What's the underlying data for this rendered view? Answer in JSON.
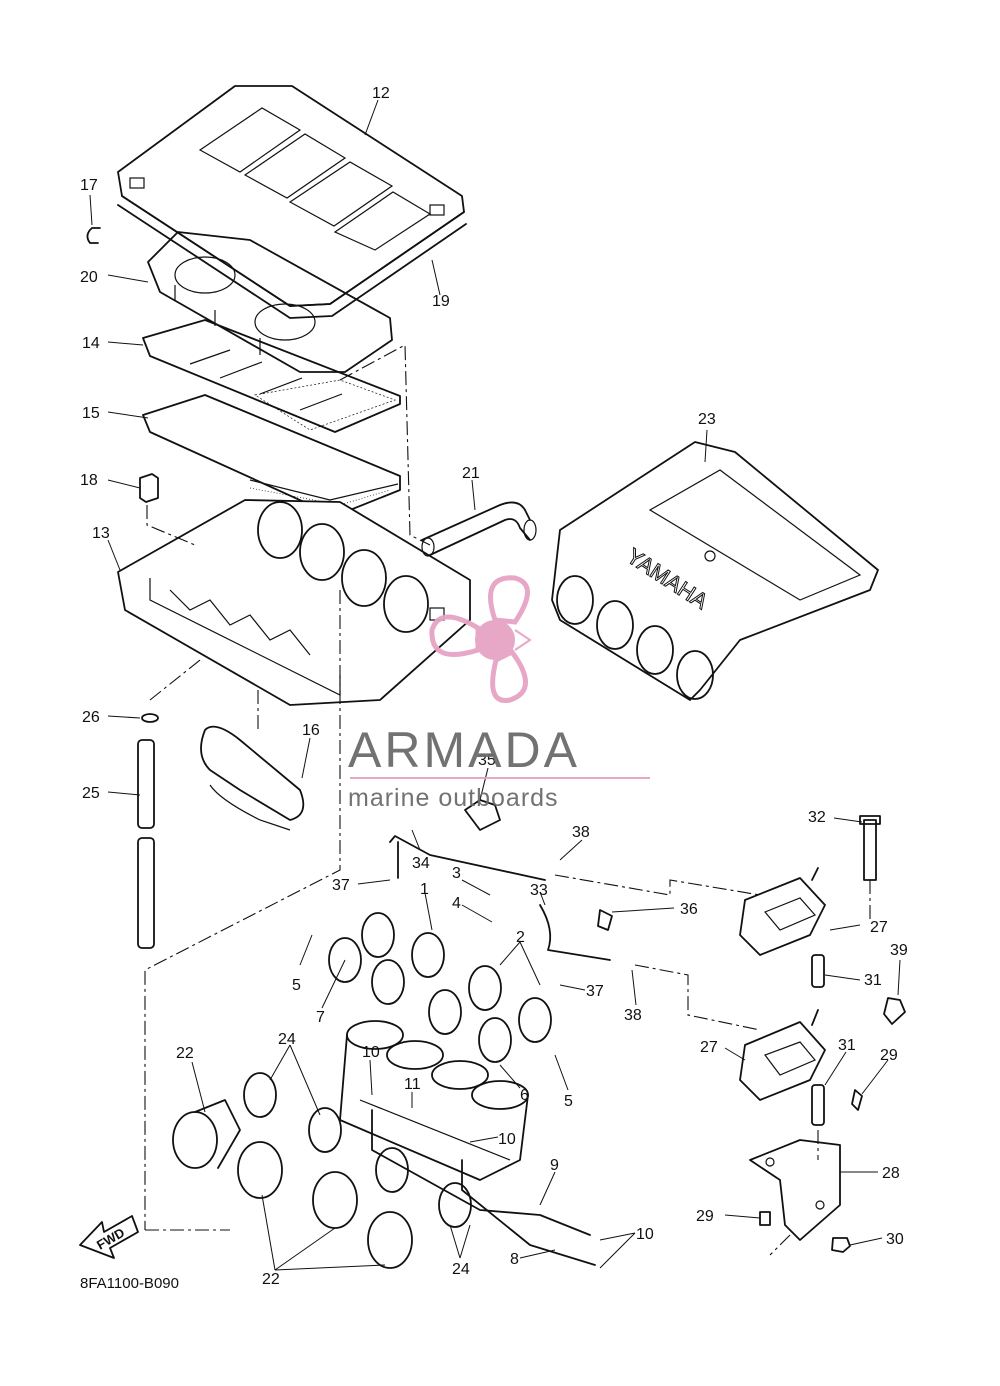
{
  "diagram": {
    "code": "8FA1100-B090",
    "fwd_label": "FWD",
    "cover_brand": "YAMAHA",
    "labels": [
      {
        "id": "p12",
        "text": "12"
      },
      {
        "id": "p17",
        "text": "17"
      },
      {
        "id": "p20",
        "text": "20"
      },
      {
        "id": "p19",
        "text": "19"
      },
      {
        "id": "p14",
        "text": "14"
      },
      {
        "id": "p15",
        "text": "15"
      },
      {
        "id": "p18",
        "text": "18"
      },
      {
        "id": "p13",
        "text": "13"
      },
      {
        "id": "p21",
        "text": "21"
      },
      {
        "id": "p23",
        "text": "23"
      },
      {
        "id": "p26",
        "text": "26"
      },
      {
        "id": "p16",
        "text": "16"
      },
      {
        "id": "p25",
        "text": "25"
      },
      {
        "id": "p35",
        "text": "35"
      },
      {
        "id": "p38a",
        "text": "38"
      },
      {
        "id": "p32",
        "text": "32"
      },
      {
        "id": "p34",
        "text": "34"
      },
      {
        "id": "p37a",
        "text": "37"
      },
      {
        "id": "p3",
        "text": "3"
      },
      {
        "id": "p33",
        "text": "33"
      },
      {
        "id": "p1",
        "text": "1"
      },
      {
        "id": "p4",
        "text": "4"
      },
      {
        "id": "p36",
        "text": "36"
      },
      {
        "id": "p27a",
        "text": "27"
      },
      {
        "id": "p39",
        "text": "39"
      },
      {
        "id": "p2",
        "text": "2"
      },
      {
        "id": "p5a",
        "text": "5"
      },
      {
        "id": "p7",
        "text": "7"
      },
      {
        "id": "p37b",
        "text": "37"
      },
      {
        "id": "p38b",
        "text": "38"
      },
      {
        "id": "p31a",
        "text": "31"
      },
      {
        "id": "p22a",
        "text": "22"
      },
      {
        "id": "p24a",
        "text": "24"
      },
      {
        "id": "p10a",
        "text": "10"
      },
      {
        "id": "p11",
        "text": "11"
      },
      {
        "id": "p6",
        "text": "6"
      },
      {
        "id": "p27b",
        "text": "27"
      },
      {
        "id": "p31b",
        "text": "31"
      },
      {
        "id": "p29a",
        "text": "29"
      },
      {
        "id": "p5b",
        "text": "5"
      },
      {
        "id": "p10b",
        "text": "10"
      },
      {
        "id": "p9",
        "text": "9"
      },
      {
        "id": "p28",
        "text": "28"
      },
      {
        "id": "p29b",
        "text": "29"
      },
      {
        "id": "p10c",
        "text": "10"
      },
      {
        "id": "p30",
        "text": "30"
      },
      {
        "id": "p8",
        "text": "8"
      },
      {
        "id": "p24b",
        "text": "24"
      },
      {
        "id": "p22b",
        "text": "22"
      }
    ]
  },
  "watermark": {
    "title": "ARMADA",
    "subtitle": "marine outboards",
    "accent_color": "#e6a3c4",
    "text_color": "#6b6b6b"
  }
}
